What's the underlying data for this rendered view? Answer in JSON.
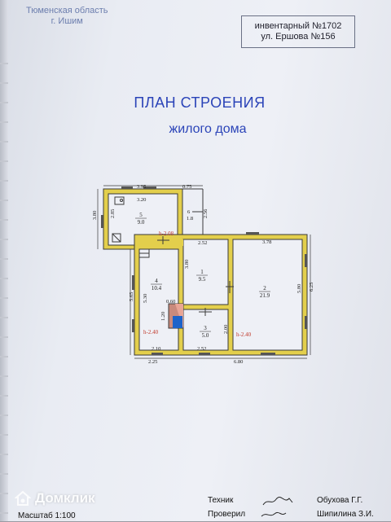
{
  "header": {
    "region": "Тюменская область",
    "city": "г. Ишим",
    "inventory": "инвентарный №1702",
    "address": "ул. Ершова №156"
  },
  "title": {
    "line1": "ПЛАН СТРОЕНИЯ",
    "line2": "жилого дома"
  },
  "plan": {
    "dims": {
      "top_total": "3.95",
      "top_step": "0.75",
      "room5_width": "3.20",
      "left_upper_outer": "3.80",
      "left_upper_inner": "2.85",
      "step_small": "6",
      "step_len": "1.8",
      "step_side": "2.56",
      "room1_width": "2.52",
      "room2_width": "3.78",
      "room1_height": "3.80",
      "room2_inner": "5.80",
      "room2_outer": "6.25",
      "room4_outer": "5.65",
      "room4_inner": "5.30",
      "room4_width": "2.10",
      "bottom_left": "2.25",
      "bottom_mid": "2.52",
      "bottom_total": "6.80",
      "chimney_w": "0.60",
      "chimney_h": "1.20",
      "room3_height": "2.00"
    },
    "rooms": [
      {
        "num": "5",
        "area": "9.0"
      },
      {
        "num": "4",
        "area": "10.4"
      },
      {
        "num": "1",
        "area": "9.5"
      },
      {
        "num": "2",
        "area": "21.9"
      },
      {
        "num": "3",
        "area": "5.0"
      }
    ],
    "heights": {
      "h1": "h-2.08",
      "h2": "h-2.40",
      "h3": "h-2.40"
    },
    "wall_color": "#e3cf4c",
    "outline_color": "#3a3a3a",
    "accent_red": "#c0392b",
    "accent_blue": "#1c63c9"
  },
  "footer": {
    "scale": "Масштаб 1:100",
    "tech_label": "Техник",
    "check_label": "Проверил",
    "tech_name": "Обухова Г.Г.",
    "check_name": "Шипилина З.И."
  },
  "watermark": {
    "brand": "Домклик"
  }
}
